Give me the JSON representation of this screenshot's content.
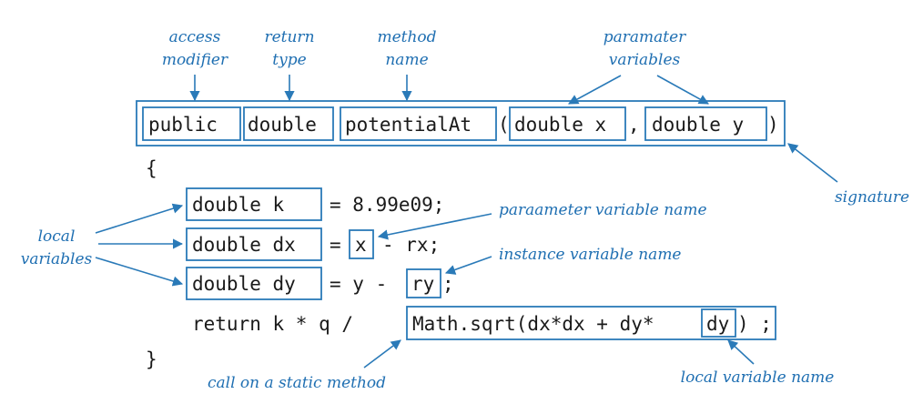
{
  "colors": {
    "annotation": "#1f6fb2",
    "code": "#1a1a1a",
    "box": "#2a7ab8"
  },
  "labels": {
    "access_modifier_1": "access",
    "access_modifier_2": "modifier",
    "return_type_1": "return",
    "return_type_2": "type",
    "method_name_1": "method",
    "method_name_2": "name",
    "param_vars_1": "paramater",
    "param_vars_2": "variables",
    "signature": "signature",
    "local_vars_1": "local",
    "local_vars_2": "variables",
    "param_var_name": "paraameter variable name",
    "instance_var_name": "instance variable name",
    "static_call": "call on a static method",
    "local_var_name": "local variable name"
  },
  "code": {
    "sig_public": "public",
    "sig_double": "double",
    "sig_name": "potentialAt",
    "sig_open": "(",
    "sig_param1": "double x",
    "sig_comma": ",",
    "sig_param2a": "double y",
    "sig_close": ")",
    "brace_open": "{",
    "l1_decl": "double k",
    "l1_rest": "= 8.99e09;",
    "l2_decl": "double dx",
    "l2_eq": "=",
    "l2_x": "x",
    "l2_rest": "- rx;",
    "l3_decl": "double dy",
    "l3_rest": "= y -",
    "l3_ry": "ry",
    "l3_semi": ";",
    "l4_start": "return k * q  /",
    "l4_call": "Math.sqrt(dx*dx + dy*",
    "l4_dy": "dy",
    "l4_end": ") ;",
    "brace_close": "}"
  }
}
